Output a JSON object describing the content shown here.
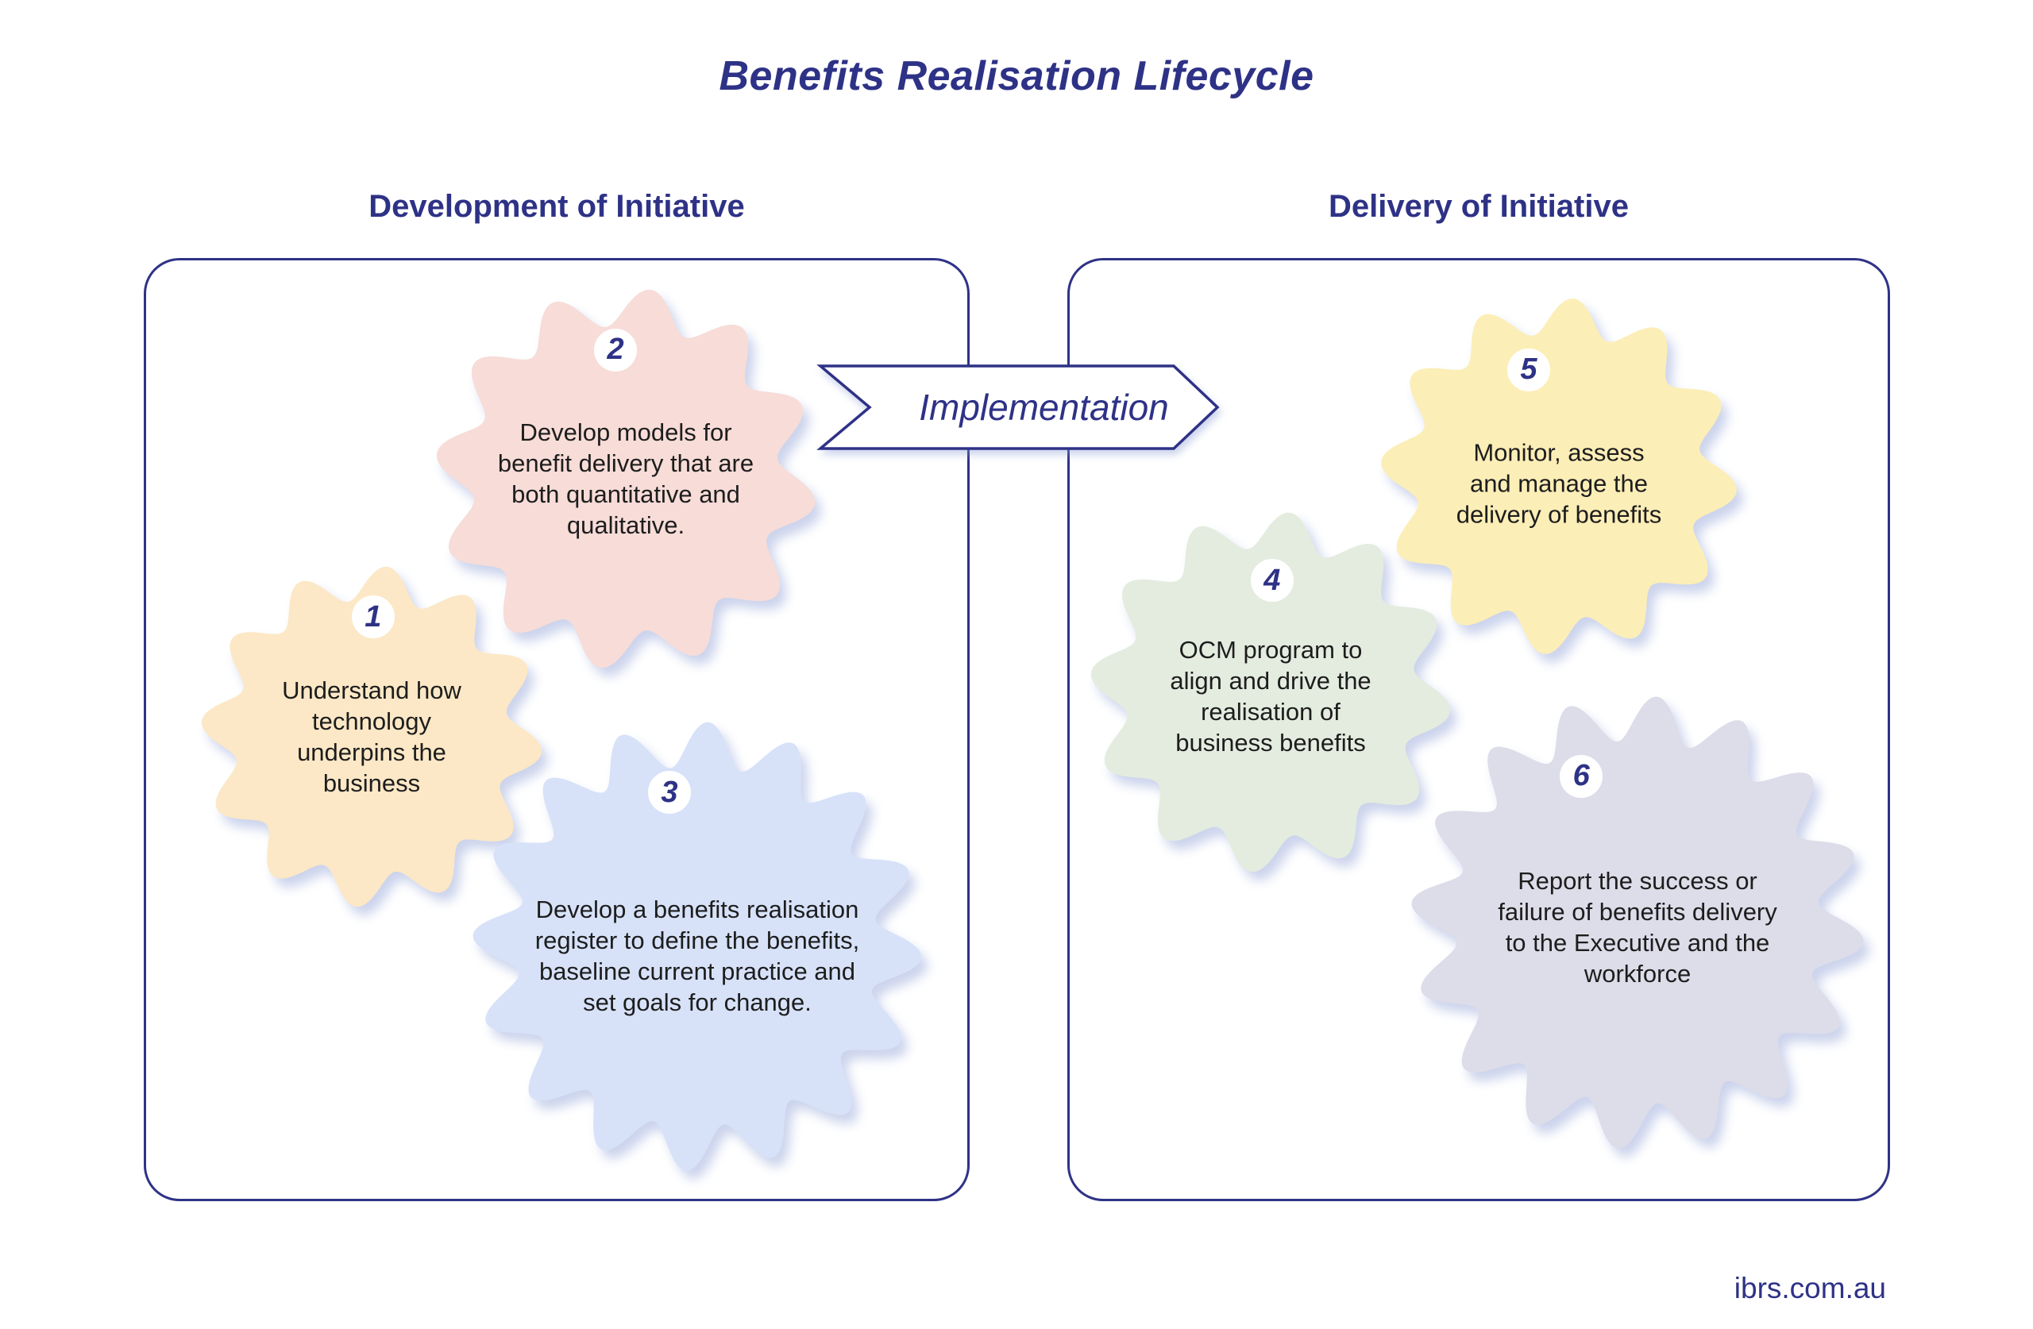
{
  "title": "Benefits Realisation Lifecycle",
  "panels": [
    {
      "header": "Development of Initiative"
    },
    {
      "header": "Delivery of Initiative"
    }
  ],
  "banner": {
    "label": "Implementation"
  },
  "footer": {
    "site": "ibrs.com.au"
  },
  "colors": {
    "navy": "#2e3286",
    "ink": "#1d1d1d",
    "shadow": "rgba(140,158,212,0.45)"
  },
  "gears": [
    {
      "number": "1",
      "text": "Understand how technology underpins the business",
      "color": "#fce8c6"
    },
    {
      "number": "2",
      "text": "Develop models for benefit delivery that are both quantitative and qualitative.",
      "color": "#f7dcd8"
    },
    {
      "number": "3",
      "text": "Develop a benefits realisation register to define the benefits, baseline current practice and set goals for change.",
      "color": "#d7e2f9"
    },
    {
      "number": "4",
      "text": "OCM program to align and drive the realisation of business benefits",
      "color": "#e4ecdf"
    },
    {
      "number": "5",
      "text": "Monitor, assess and manage the delivery of benefits",
      "color": "#fceeb7"
    },
    {
      "number": "6",
      "text": "Report the success or failure of benefits delivery to the Executive and the workforce",
      "color": "#dddce9"
    }
  ]
}
